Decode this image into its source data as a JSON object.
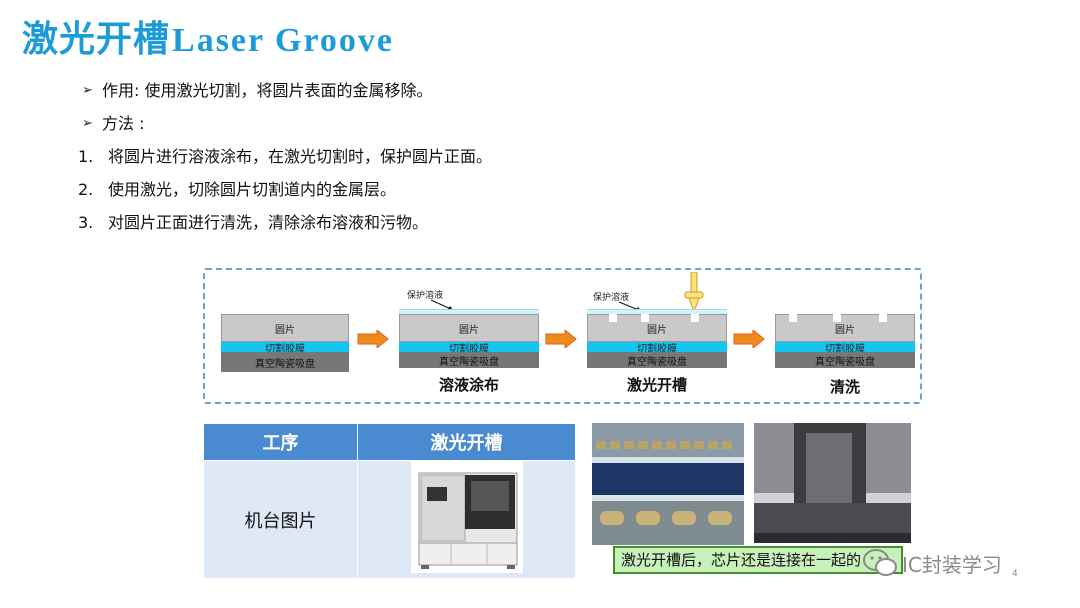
{
  "title": {
    "cn": "激光开槽",
    "en": "Laser Groove"
  },
  "bullets": [
    {
      "marker": "➢",
      "text": "作用: 使用激光切割，将圆片表面的金属移除。"
    },
    {
      "marker": "➢",
      "text": "方法 :"
    }
  ],
  "steps": [
    {
      "num": "1.",
      "text": "将圆片进行溶液涂布，在激光切割时，保护圆片正面。"
    },
    {
      "num": "2.",
      "text": "使用激光，切除圆片切割道内的金属层。"
    },
    {
      "num": "3.",
      "text": "对圆片正面进行清洗，清除涂布溶液和污物。"
    }
  ],
  "diagram": {
    "die_label": "圆片",
    "tape_label": "切割胶膜",
    "chuck_label": "真空陶瓷吸盘",
    "coat_note": "保护溶液",
    "stages": [
      "溶液涂布",
      "激光开槽",
      "清洗"
    ],
    "colors": {
      "die": "#c9c9c9",
      "tape": "#13c5ef",
      "chuck": "#777777",
      "arrow": "#f08a1c"
    }
  },
  "table": {
    "headers": [
      "工序",
      "激光开槽"
    ],
    "row_label": "机台图片"
  },
  "caption": "激光开槽后，芯片还是连接在一起的",
  "watermark": "IC封装学习",
  "page_number": "4",
  "colors": {
    "title": "#1d9bd8",
    "header": "#4a8ad0",
    "cell": "#dfe8f6",
    "caption_bg": "#c8f0ba"
  }
}
